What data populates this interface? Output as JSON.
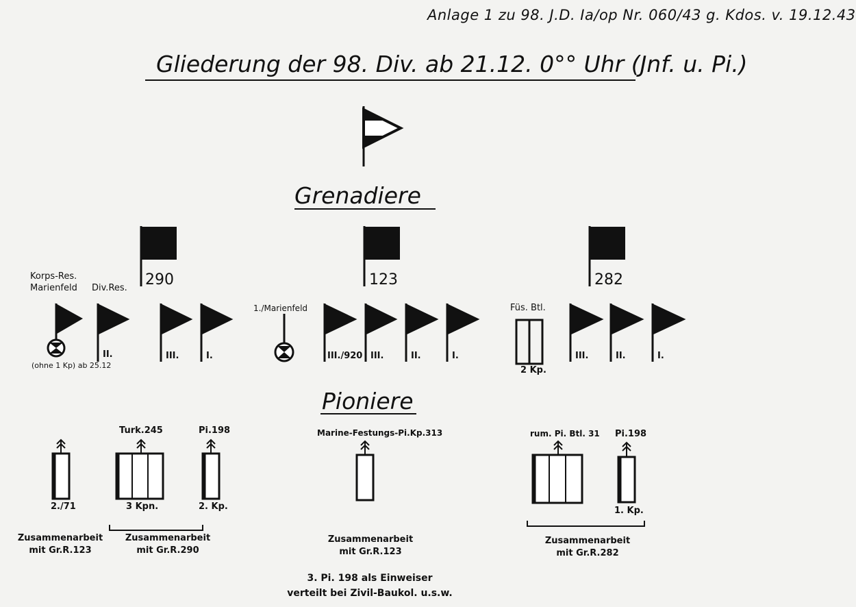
{
  "header_reference": "Anlage 1 zu 98. J.D. Ia/op Nr. 060/43 g. Kdos. v. 19.12.43",
  "title": "Gliederung der 98. Div. ab 21.12. 0°° Uhr (Jnf. u. Pi.)",
  "sections": {
    "grenadiere": "Grenadiere",
    "pioniere": "Pioniere"
  },
  "regiments": [
    {
      "number": "290",
      "labels": {
        "korps_res": "Korps-Res.",
        "marienfeld": "Marienfeld",
        "div_res": "Div.Res.",
        "ohne": "(ohne 1 Kp) ab 25.12"
      },
      "battalions": [
        "II.",
        "III.",
        "I."
      ]
    },
    {
      "number": "123",
      "labels": {
        "marienfeld": "1./Marienfeld"
      },
      "battalions": [
        "III./920",
        "III.",
        "II.",
        "I."
      ]
    },
    {
      "number": "282",
      "labels": {
        "fues": "Füs. Btl.",
        "kp": "2 Kp."
      },
      "battalions": [
        "III.",
        "II.",
        "I."
      ]
    }
  ],
  "pioneers": {
    "u1": "2./71",
    "turk": "Turk.245",
    "kpn": "3 Kpn.",
    "pi198a": "Pi.198",
    "kp2": "2. Kp.",
    "marine": "Marine-Festungs-Pi.Kp.313",
    "rum": "rum. Pi. Btl. 31",
    "pi198b": "Pi.198",
    "kp1": "1. Kp."
  },
  "cooperation": [
    {
      "line1": "Zusammenarbeit",
      "line2": "mit Gr.R.123"
    },
    {
      "line1": "Zusammenarbeit",
      "line2": "mit Gr.R.290"
    },
    {
      "line1": "Zusammenarbeit",
      "line2": "mit Gr.R.123"
    },
    {
      "line1": "Zusammenarbeit",
      "line2": "mit Gr.R.282"
    }
  ],
  "footer": {
    "line1": "3. Pi. 198 als Einweiser",
    "line2": "verteilt bei Zivil-Baukol. u.s.w."
  }
}
